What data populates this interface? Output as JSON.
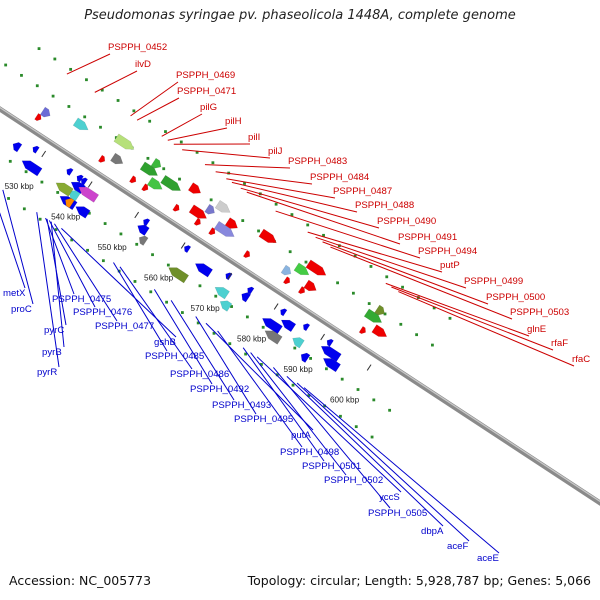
{
  "map": {
    "title": "Pseudomonas syringae pv. phaseolicola 1448A, complete genome",
    "accession_text": "Accession: NC_005773",
    "summary_text": "Topology: circular; Length: 5,928,787 bp; Genes: 5,066",
    "colors": {
      "forward_label": "#cc0000",
      "reverse_label": "#0000cc",
      "backbone": "#808080",
      "tick": "#2a8a2a"
    }
  },
  "scale_ticks": [
    {
      "kbp": 530,
      "text": "530 kbp"
    },
    {
      "kbp": 540,
      "text": "540 kbp"
    },
    {
      "kbp": 550,
      "text": "550 kbp"
    },
    {
      "kbp": 560,
      "text": "560 kbp"
    },
    {
      "kbp": 570,
      "text": "570 kbp"
    },
    {
      "kbp": 580,
      "text": "580 kbp"
    },
    {
      "kbp": 590,
      "text": "590 kbp"
    },
    {
      "kbp": 600,
      "text": "600 kbp"
    }
  ],
  "forward_genes": [
    {
      "name": "PSPPH_0452",
      "color": "#6b6bd6",
      "kbp": 525.6
    },
    {
      "name": "ilvD",
      "color": "#4dd0d0",
      "kbp": 531.6
    },
    {
      "name": "PSPPH_0469",
      "color": "#b6e07a",
      "kbp": 539.3
    },
    {
      "name": "PSPPH_0471",
      "color": "#777777",
      "kbp": 540.7
    },
    {
      "name": "pilG",
      "color": "#2fa02f",
      "kbp": 546.0
    },
    {
      "name": "pilH",
      "color": "#3cb83c",
      "kbp": 547.3
    },
    {
      "name": "pilI",
      "color": "#44c444",
      "kbp": 548.6
    },
    {
      "name": "pilJ",
      "color": "#2fa02f",
      "kbp": 550.4
    },
    {
      "name": "PSPPH_0483",
      "color": "#ee0000",
      "kbp": 555.3
    },
    {
      "name": "PSPPH_0484",
      "color": "#ee0000",
      "kbp": 557.6
    },
    {
      "name": "PSPPH_0487",
      "color": "#7777cc",
      "kbp": 559.9
    },
    {
      "name": "PSPPH_0488",
      "color": "#cccccc",
      "kbp": 561.1
    },
    {
      "name": "PSPPH_0490",
      "color": "#8888dd",
      "kbp": 563.0
    },
    {
      "name": "PSPPH_0491",
      "color": "#ee0000",
      "kbp": 564.3
    },
    {
      "name": "PSPPH_0494",
      "color": "#ee0000",
      "kbp": 570.5
    },
    {
      "name": "putP",
      "color": "#8ab4e0",
      "kbp": 577.4
    },
    {
      "name": "PSPPH_0499",
      "color": "#44cc44",
      "kbp": 579.1
    },
    {
      "name": "PSPPH_0500",
      "color": "#ee0000",
      "kbp": 580.6
    },
    {
      "name": "PSPPH_0503",
      "color": "#ee0000",
      "kbp": 582.3
    },
    {
      "name": "glnE",
      "color": "#33aa33",
      "kbp": 594.2
    },
    {
      "name": "rfaF",
      "color": "#6f8f2a",
      "kbp": 595.4
    },
    {
      "name": "rfaC",
      "color": "#ee0000",
      "kbp": 596.9
    }
  ],
  "reverse_genes": [
    {
      "name": "metX",
      "color": "#0000ee",
      "kbp": 524.4
    },
    {
      "name": "proC",
      "color": "#0000ee",
      "kbp": 527.4
    },
    {
      "name": "PSPPH_0475",
      "color": "#0000ee",
      "kbp": 536.6
    },
    {
      "name": "pyrC",
      "color": "#0000ee",
      "kbp": 536.9
    },
    {
      "name": "PSPPH_0476",
      "color": "#4dd0d0",
      "kbp": 537.4
    },
    {
      "name": "pyrB",
      "color": "#ff8800",
      "kbp": 537.8
    },
    {
      "name": "PSPPH_0477",
      "color": "#cc44cc",
      "kbp": 538.5
    },
    {
      "name": "pyrR",
      "color": "#88aa33",
      "kbp": 534.7
    },
    {
      "name": "gshB",
      "color": "#0000ee",
      "kbp": 540.0
    },
    {
      "name": "PSPPH_0485",
      "color": "#0000ee",
      "kbp": 551.2
    },
    {
      "name": "PSPPH_0486",
      "color": "#777777",
      "kbp": 552.6
    },
    {
      "name": "PSPPH_0492",
      "color": "#6f8f2a",
      "kbp": 560.0
    },
    {
      "name": "PSPPH_0493",
      "color": "#0000ee",
      "kbp": 563.6
    },
    {
      "name": "PSPPH_0495",
      "color": "#4dd0d0",
      "kbp": 568.9
    },
    {
      "name": "putA",
      "color": "#4dd0d0",
      "kbp": 571.1
    },
    {
      "name": "PSPPH_0498",
      "color": "#0000ee",
      "kbp": 573.6
    },
    {
      "name": "PSPPH_0501",
      "color": "#0000ee",
      "kbp": 579.1
    },
    {
      "name": "PSPPH_0502",
      "color": "#777777",
      "kbp": 580.7
    },
    {
      "name": "yccS",
      "color": "#0000ee",
      "kbp": 582.1
    },
    {
      "name": "PSPPH_0505",
      "color": "#4dd0d0",
      "kbp": 585.6
    },
    {
      "name": "dbpA",
      "color": "#0000ee",
      "kbp": 588.5
    },
    {
      "name": "aceF",
      "color": "#0000ee",
      "kbp": 590.7
    },
    {
      "name": "aceE",
      "color": "#0000ee",
      "kbp": 592.2
    }
  ]
}
